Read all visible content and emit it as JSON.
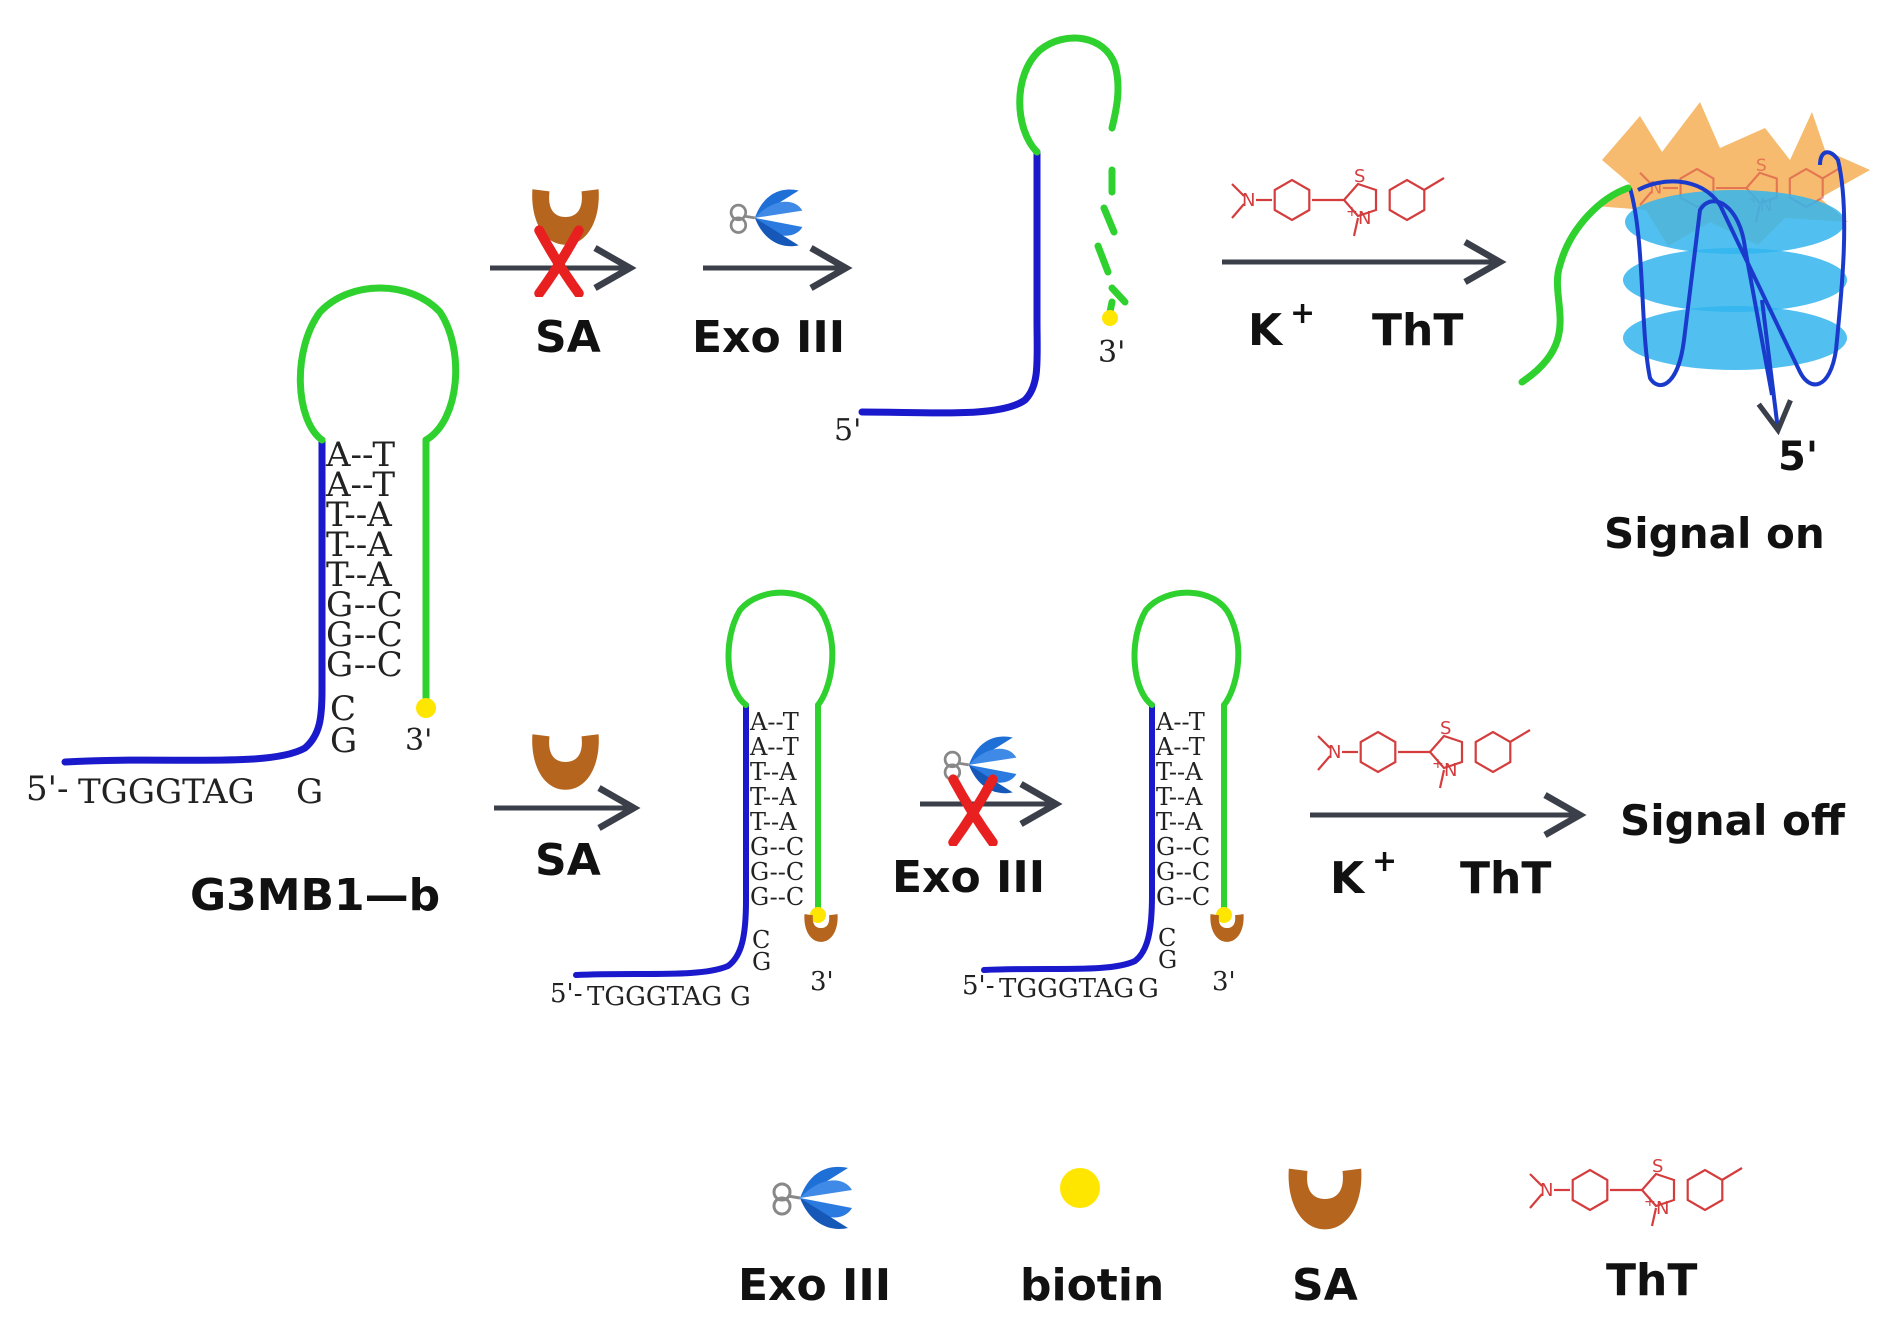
{
  "colors": {
    "strand_blue": "#1a1acc",
    "strand_green": "#2fd12f",
    "biotin": "#ffe600",
    "streptavidin": "#b5651d",
    "tht": "#d43d3d",
    "exo_blue": "#1e6fd6",
    "arrow": "#3a3f4a",
    "quadruplex_plane": "#33b5ee",
    "fluorescence_burst": "#f5b25a",
    "block_cross": "#e82020"
  },
  "icons": {
    "exo": "scissors-pacman-icon",
    "sa": "horseshoe-icon",
    "biotin": "yellow-dot-icon",
    "tht": "thioflavin-structure-icon",
    "block": "red-x-icon"
  },
  "probe": {
    "name": "G3MB1—b",
    "prefix": "5'-",
    "tail": "TGGGTAG",
    "g": "G",
    "end_3": "3'",
    "end_5": "5'",
    "stem_pairs": [
      {
        "left": "A",
        "sep": "--",
        "right": "T"
      },
      {
        "left": "A",
        "sep": "--",
        "right": "T"
      },
      {
        "left": "T",
        "sep": "--",
        "right": "A"
      },
      {
        "left": "T",
        "sep": "--",
        "right": "A"
      },
      {
        "left": "T",
        "sep": "--",
        "right": "A"
      },
      {
        "left": "G",
        "sep": "--",
        "right": "C"
      },
      {
        "left": "G",
        "sep": "--",
        "right": "C"
      },
      {
        "left": "G",
        "sep": "--",
        "right": "C"
      }
    ],
    "stem_bottom": "C"
  },
  "top_route": {
    "step1_label": "SA",
    "step2_label": "Exo III",
    "step3_label_k": "K",
    "step3_label_plus": "+",
    "step3_label_tht": "ThT",
    "result_5": "5'",
    "result": "Signal on"
  },
  "bottom_route": {
    "step1_label": "SA",
    "step2_label": "Exo III",
    "step3_label_k": "K",
    "step3_label_plus": "+",
    "step3_label_tht": "ThT",
    "result": "Signal off"
  },
  "tht_molecule": {
    "n_left": "N",
    "s_atom": "S",
    "n_ring": "N",
    "charge": "+"
  },
  "legend": [
    {
      "label": "Exo III"
    },
    {
      "label": "biotin"
    },
    {
      "label": "SA"
    },
    {
      "label": "ThT"
    }
  ]
}
